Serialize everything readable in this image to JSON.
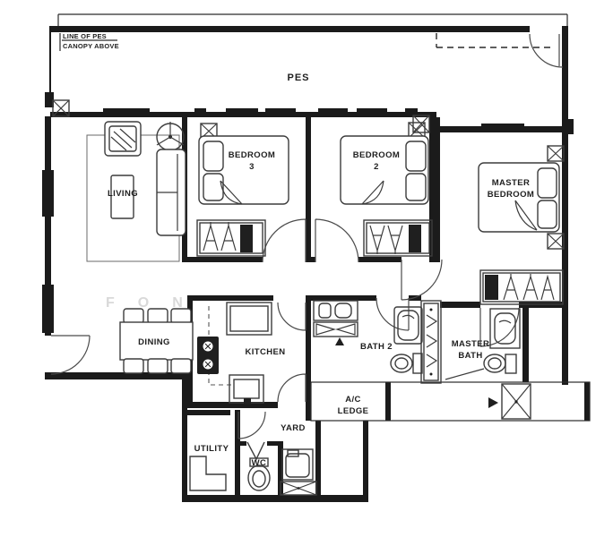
{
  "annotations": {
    "canopy_note_line1": "LINE OF PES",
    "canopy_note_line2": "CANOPY ABOVE",
    "watermark": "FON"
  },
  "rooms": {
    "pes": {
      "label": "PES"
    },
    "living": {
      "label": "LIVING"
    },
    "bedroom3": {
      "line1": "BEDROOM",
      "line2": "3"
    },
    "bedroom2": {
      "line1": "BEDROOM",
      "line2": "2"
    },
    "master_bedroom": {
      "line1": "MASTER",
      "line2": "BEDROOM"
    },
    "dining": {
      "label": "DINING"
    },
    "kitchen": {
      "label": "KITCHEN"
    },
    "bath2": {
      "label": "BATH 2"
    },
    "master_bath": {
      "line1": "MASTER",
      "line2": "BATH"
    },
    "ac_ledge": {
      "line1": "A/C",
      "line2": "LEDGE"
    },
    "yard": {
      "label": "YARD"
    },
    "utility": {
      "label": "UTILITY"
    },
    "wc": {
      "label": "WC"
    }
  },
  "fixtures": {
    "living": [
      "armchair",
      "ceiling-fan",
      "sofa",
      "coffee-table",
      "rug"
    ],
    "dining": [
      "dining-table",
      "six-chairs"
    ],
    "bedroom3": [
      "double-bed",
      "pillows",
      "bedside-table",
      "wardrobe",
      "swing-door"
    ],
    "bedroom2": [
      "double-bed",
      "pillows",
      "bedside-table",
      "wardrobe",
      "swing-door"
    ],
    "master_bedroom": [
      "double-bed",
      "pillows",
      "two-bedside-tables",
      "wardrobe",
      "swing-door"
    ],
    "kitchen": [
      "fridge",
      "stove",
      "sink",
      "counter",
      "two-swing-doors"
    ],
    "bath2": [
      "vanity",
      "shower",
      "drain",
      "bathtub",
      "toilet",
      "swing-door",
      "linen-cabinet"
    ],
    "master_bath": [
      "vanity",
      "toilet",
      "shower",
      "swing-door"
    ],
    "yard": [
      "washing-machine",
      "drying-rack"
    ],
    "wc": [
      "toilet",
      "bifold-door"
    ],
    "utility": [
      "shelf"
    ],
    "ac_ledge": [
      "ac-unit",
      "arrow-marker"
    ],
    "entrance": [
      "entrance-door",
      "canopy-dashed-line",
      "structural-columns"
    ]
  },
  "colors": {
    "wall": "#1b1b1b",
    "line": "#3c3c3c",
    "text": "#1f1f1f",
    "watermark": "#d9d9d9",
    "background": "#ffffff"
  }
}
